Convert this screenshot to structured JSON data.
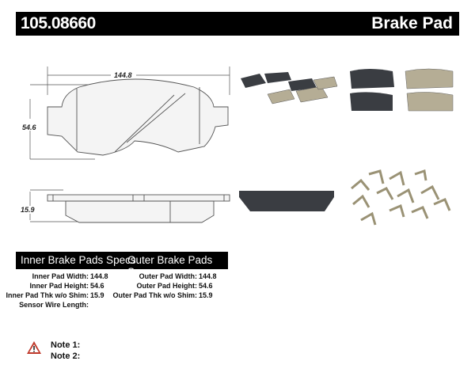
{
  "header": {
    "part_number": "105.08660",
    "product_type": "Brake Pad"
  },
  "drawing": {
    "width_dim": "144.8",
    "height_dim": "54.6",
    "thickness_dim": "15.9"
  },
  "specs": {
    "inner_title": "Inner Brake Pads Specs",
    "outer_title": "Outer Brake Pads Specs",
    "inner": [
      {
        "label": "Inner Pad Width:",
        "value": "144.8"
      },
      {
        "label": "Inner Pad Height:",
        "value": "54.6"
      },
      {
        "label": "Inner Pad Thk w/o Shim:",
        "value": "15.9"
      },
      {
        "label": "Sensor Wire Length:",
        "value": ""
      }
    ],
    "outer": [
      {
        "label": "Outer Pad Width:",
        "value": "144.8"
      },
      {
        "label": "Outer Pad Height:",
        "value": "54.6"
      },
      {
        "label": "Outer Pad Thk w/o Shim:",
        "value": "15.9"
      }
    ]
  },
  "notes": [
    {
      "label": "Note 1:"
    },
    {
      "label": "Note 2:"
    }
  ],
  "icons": {
    "warning": "warning-triangle-icon"
  },
  "colors": {
    "header_bg": "#000000",
    "warning": "#c0392b",
    "pad_friction": "#b5ad95",
    "pad_backing": "#3a3d42"
  }
}
